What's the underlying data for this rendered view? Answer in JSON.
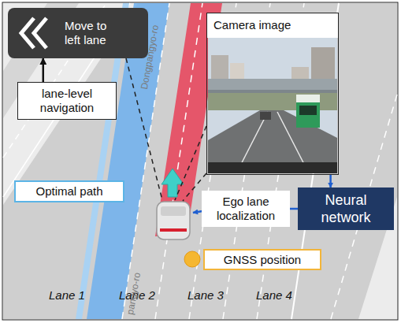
{
  "diagram": {
    "nodes": [
      {
        "text": [
          "Move to left lane"
        ]
      },
      {
        "text": [
          "Camera image"
        ]
      },
      {
        "text": [
          "lane-level navigation"
        ]
      },
      {
        "text": [
          "Optimal path"
        ]
      },
      {
        "text": [
          "Ego lane localization"
        ]
      },
      {
        "text": [
          "Neural network"
        ]
      },
      {
        "text": [
          "GNSS position"
        ]
      }
    ],
    "edges": [
      {
        "from": 1,
        "to": 5,
        "arrow": "to"
      },
      {
        "from": 5,
        "to": 4,
        "arrow": "none"
      },
      {
        "from": 2,
        "to": 0,
        "arrow": "to"
      }
    ],
    "labels": [
      "Lane 1",
      "Lane 2",
      "Lane 3",
      "Lane 4",
      "Dongpangyo-ro",
      "pangyo-ro"
    ]
  }
}
